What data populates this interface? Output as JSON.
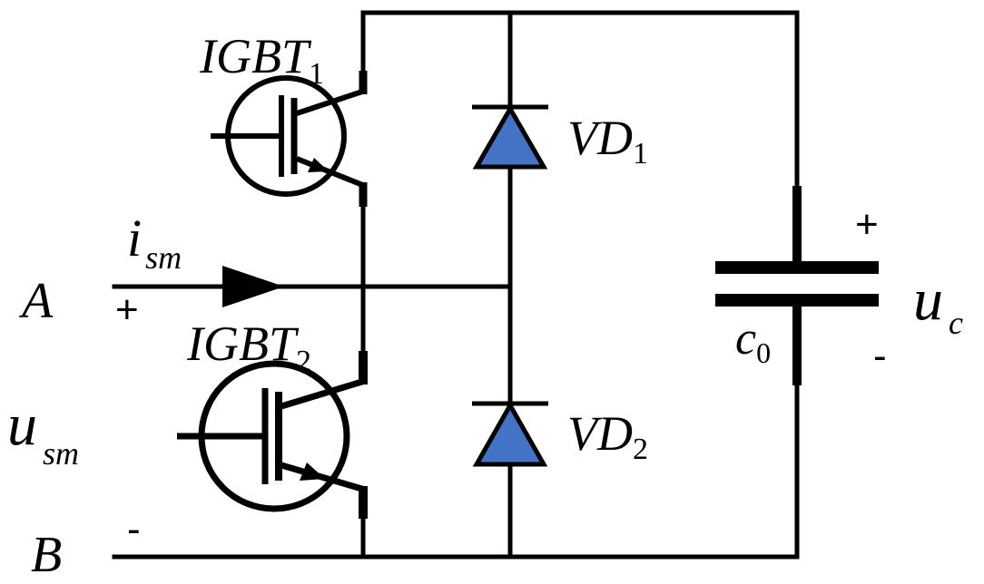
{
  "colors": {
    "line": "#000000",
    "diode_fill": "#4472c4"
  },
  "labels": {
    "igbt1": {
      "base": "IGBT",
      "sub": "1"
    },
    "igbt2": {
      "base": "IGBT",
      "sub": "2"
    },
    "vd1": {
      "base": "VD",
      "sub": "1"
    },
    "vd2": {
      "base": "VD",
      "sub": "2"
    },
    "i_sm": {
      "base": "i",
      "sub": "sm"
    },
    "u_sm": {
      "base": "u",
      "sub": "sm"
    },
    "u_c": {
      "base": "u",
      "sub": "c"
    },
    "c0": {
      "base": "c",
      "sub": "0"
    },
    "node_a": "A",
    "node_b": "B",
    "plus_a": "+",
    "minus_b": "-",
    "plus_c": "+",
    "minus_c": "-"
  }
}
